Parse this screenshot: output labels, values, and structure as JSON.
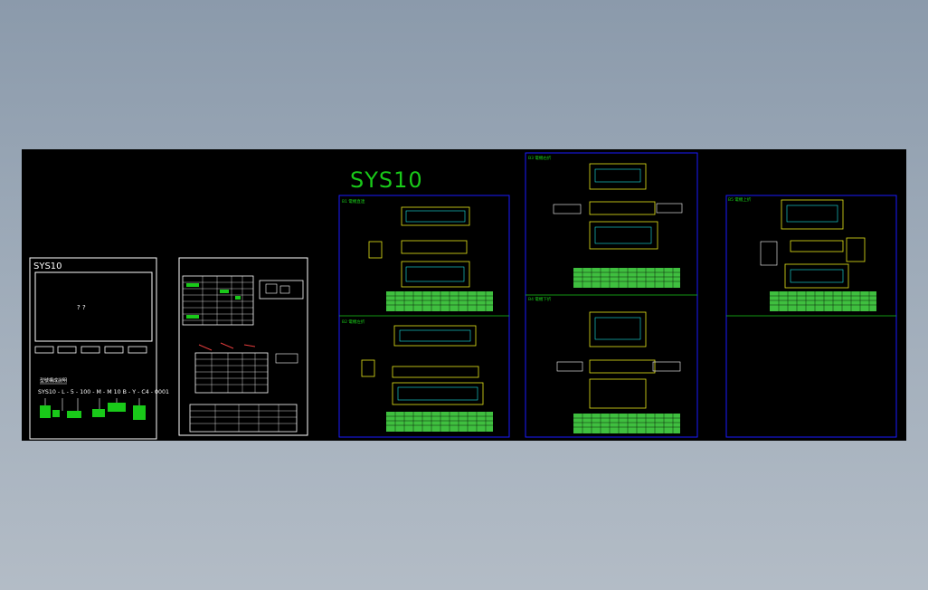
{
  "drawing": {
    "title": "SYS10",
    "cover_sheet": {
      "title": "SYS10",
      "placeholder_text": "? ?",
      "model_heading": "型號構成說明",
      "model_code": "SYS10 - L - 5 - 100 - M - M 10 B - Y - C4 - 0001"
    },
    "views": [
      {
        "id": "B1",
        "label": "電機直連"
      },
      {
        "id": "B2",
        "label": "電機左折"
      },
      {
        "id": "B3",
        "label": "電機右折"
      },
      {
        "id": "B4",
        "label": "電機下折"
      },
      {
        "id": "B5",
        "label": "電機上折"
      }
    ]
  },
  "colors": {
    "background": "#000000",
    "sheet_border_white": "#ffffff",
    "sheet_border_blue": "#1a1aff",
    "title_green": "#19c919",
    "line_yellow": "#e6e619",
    "line_green": "#19e619",
    "line_cyan": "#19e6e6",
    "table_fill": "#3fbf3f"
  }
}
